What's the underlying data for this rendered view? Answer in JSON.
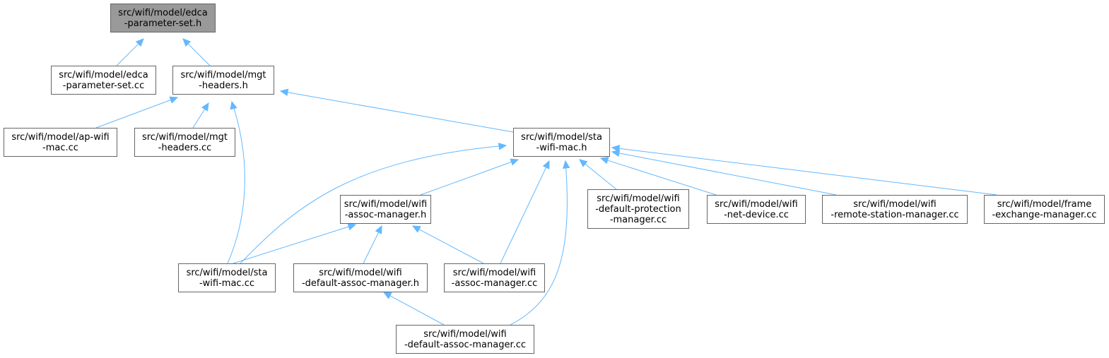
{
  "diagram": {
    "type": "include-dependency-graph",
    "colors": {
      "root_fill": "#999999",
      "node_fill": "#ffffff",
      "node_border": "#666666",
      "edge": "#63b8ff"
    },
    "nodes": [
      {
        "id": "edca_h",
        "lines": [
          "src/wifi/model/edca",
          "-parameter-set.h"
        ],
        "root": true
      },
      {
        "id": "edca_cc",
        "lines": [
          "src/wifi/model/edca",
          "-parameter-set.cc"
        ]
      },
      {
        "id": "mgt_h",
        "lines": [
          "src/wifi/model/mgt",
          "-headers.h"
        ]
      },
      {
        "id": "ap_cc",
        "lines": [
          "src/wifi/model/ap-wifi",
          "-mac.cc"
        ]
      },
      {
        "id": "mgt_cc",
        "lines": [
          "src/wifi/model/mgt",
          "-headers.cc"
        ]
      },
      {
        "id": "sta_h",
        "lines": [
          "src/wifi/model/sta",
          "-wifi-mac.h"
        ]
      },
      {
        "id": "assoc_h",
        "lines": [
          "src/wifi/model/wifi",
          "-assoc-manager.h"
        ]
      },
      {
        "id": "defprot_cc",
        "lines": [
          "src/wifi/model/wifi",
          "-default-protection",
          "-manager.cc"
        ]
      },
      {
        "id": "netdev_cc",
        "lines": [
          "src/wifi/model/wifi",
          "-net-device.cc"
        ]
      },
      {
        "id": "rsm_cc",
        "lines": [
          "src/wifi/model/wifi",
          "-remote-station-manager.cc"
        ]
      },
      {
        "id": "fem_cc",
        "lines": [
          "src/wifi/model/frame",
          "-exchange-manager.cc"
        ]
      },
      {
        "id": "sta_cc",
        "lines": [
          "src/wifi/model/sta",
          "-wifi-mac.cc"
        ]
      },
      {
        "id": "defassoc_h",
        "lines": [
          "src/wifi/model/wifi",
          "-default-assoc-manager.h"
        ]
      },
      {
        "id": "assoc_cc",
        "lines": [
          "src/wifi/model/wifi",
          "-assoc-manager.cc"
        ]
      },
      {
        "id": "defassoc_cc",
        "lines": [
          "src/wifi/model/wifi",
          "-default-assoc-manager.cc"
        ]
      }
    ],
    "edges": [
      {
        "from": "edca_cc",
        "to": "edca_h"
      },
      {
        "from": "mgt_h",
        "to": "edca_h"
      },
      {
        "from": "ap_cc",
        "to": "mgt_h"
      },
      {
        "from": "mgt_cc",
        "to": "mgt_h"
      },
      {
        "from": "sta_cc",
        "to": "mgt_h"
      },
      {
        "from": "sta_h",
        "to": "mgt_h"
      },
      {
        "from": "sta_cc",
        "to": "sta_h"
      },
      {
        "from": "assoc_h",
        "to": "sta_h"
      },
      {
        "from": "assoc_cc",
        "to": "sta_h"
      },
      {
        "from": "defassoc_cc",
        "to": "sta_h"
      },
      {
        "from": "defprot_cc",
        "to": "sta_h"
      },
      {
        "from": "netdev_cc",
        "to": "sta_h"
      },
      {
        "from": "rsm_cc",
        "to": "sta_h"
      },
      {
        "from": "fem_cc",
        "to": "sta_h"
      },
      {
        "from": "sta_cc",
        "to": "assoc_h"
      },
      {
        "from": "defassoc_h",
        "to": "assoc_h"
      },
      {
        "from": "assoc_cc",
        "to": "assoc_h"
      },
      {
        "from": "defassoc_cc",
        "to": "defassoc_h"
      }
    ]
  }
}
